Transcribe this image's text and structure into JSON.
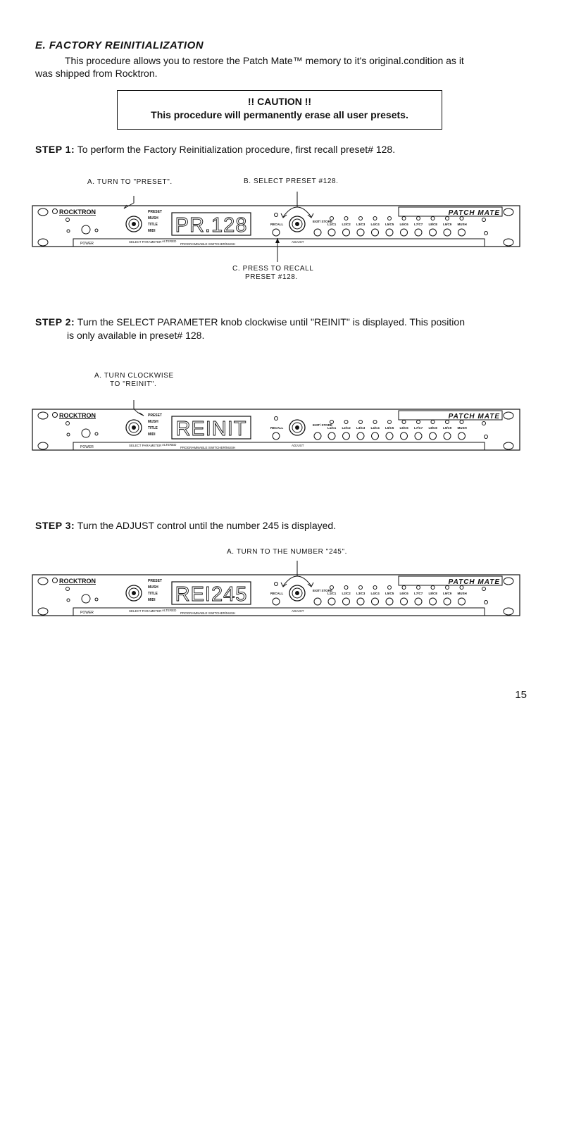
{
  "section": {
    "title": "E. FACTORY REINITIALIZATION",
    "intro_line1": "This procedure allows you to restore the Patch Mate™ memory to it's original.condition as it",
    "intro_line2": "was shipped from Rocktron."
  },
  "caution": {
    "line1": "!! CAUTION !!",
    "line2": "This procedure will permanently erase all user presets."
  },
  "step1": {
    "label": "STEP 1:",
    "text": "To perform the Factory Reinitialization procedure, first recall preset# 128.",
    "ann_a": "A. TURN TO \"PRESET\".",
    "ann_b": "B. SELECT PRESET #128.",
    "ann_c1": "C. PRESS TO RECALL",
    "ann_c2": "PRESET #128.",
    "display": "PR.128"
  },
  "step2": {
    "label": "STEP 2:",
    "text_line1": "Turn the SELECT PARAMETER knob clockwise until \"REINIT\" is displayed. This position",
    "text_line2": "is only available in preset# 128.",
    "ann_a1": "A. TURN CLOCKWISE",
    "ann_a2": "TO \"REINIT\".",
    "display": "REINIT"
  },
  "step3": {
    "label": "STEP 3:",
    "text": "Turn the ADJUST control until the number 245 is displayed.",
    "ann_a": "A. TURN TO THE NUMBER \"245\".",
    "display": "REI245"
  },
  "panel": {
    "brand": "ROCKTRON",
    "model": "PATCH MATE",
    "knob1_labels": [
      "PRESET",
      "MUSH",
      "TITLE",
      "MIDI"
    ],
    "power": "POWER",
    "select_param": "SELECT PARAMETER",
    "altered": "ALTERED",
    "prog": "PROGRAMMABLE SWITCHER/MUSH",
    "recall": "RECALL",
    "adjust": "ADJUST",
    "exit_store": "EXIT/ STORE",
    "loops": [
      "L1/C1",
      "L2/C2",
      "L3/C3",
      "L4/C4",
      "L5/C5",
      "L6/C6",
      "L7/C7",
      "L8/C8",
      "L9/C9",
      "MUSH"
    ]
  },
  "page_number": "15"
}
